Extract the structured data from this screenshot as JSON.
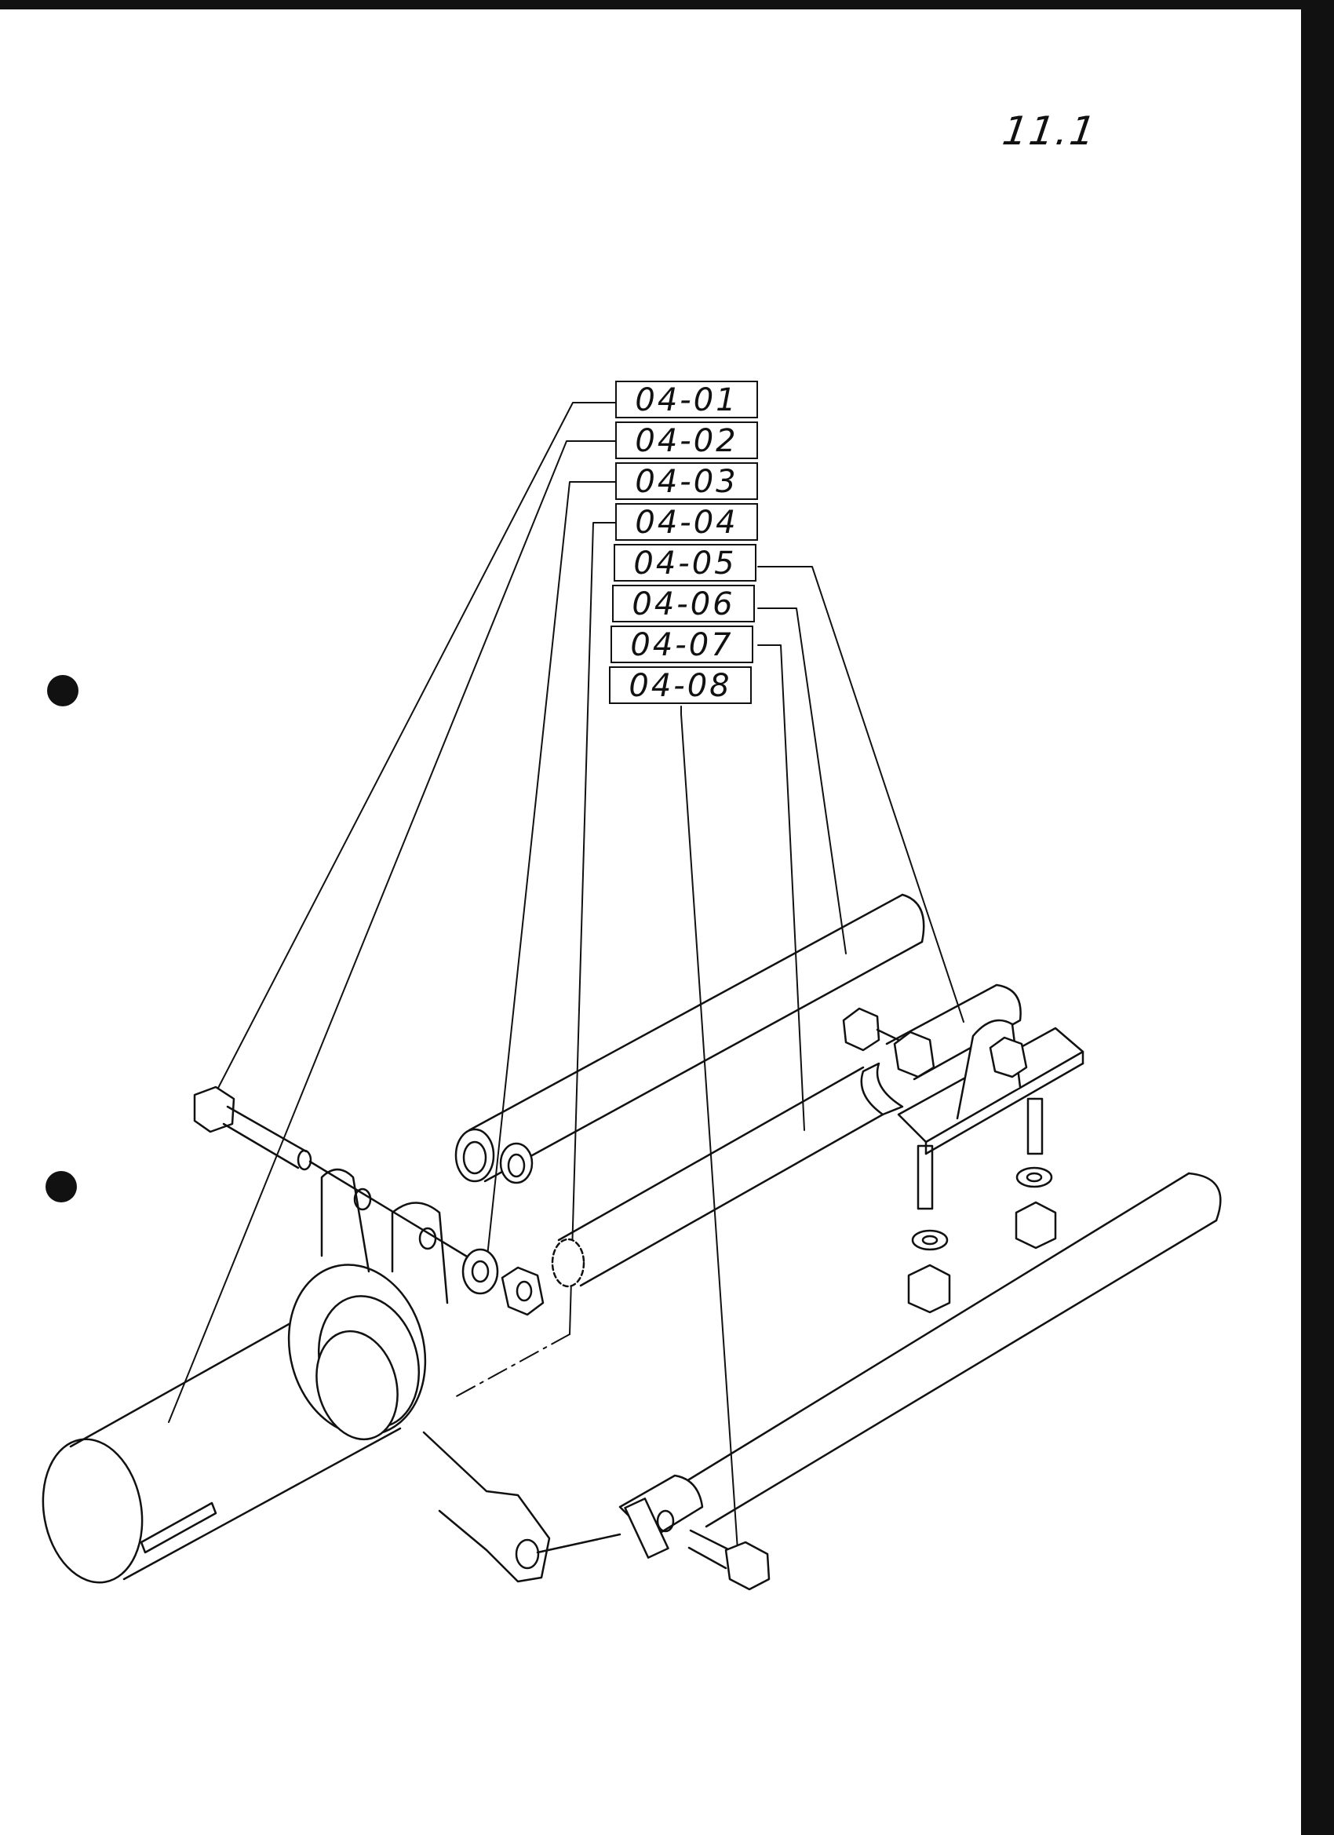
{
  "page_number": "11.1",
  "part_labels": [
    "04-01",
    "04-02",
    "04-03",
    "04-04",
    "04-05",
    "04-06",
    "04-07",
    "04-08"
  ],
  "ink_color": "#111111"
}
